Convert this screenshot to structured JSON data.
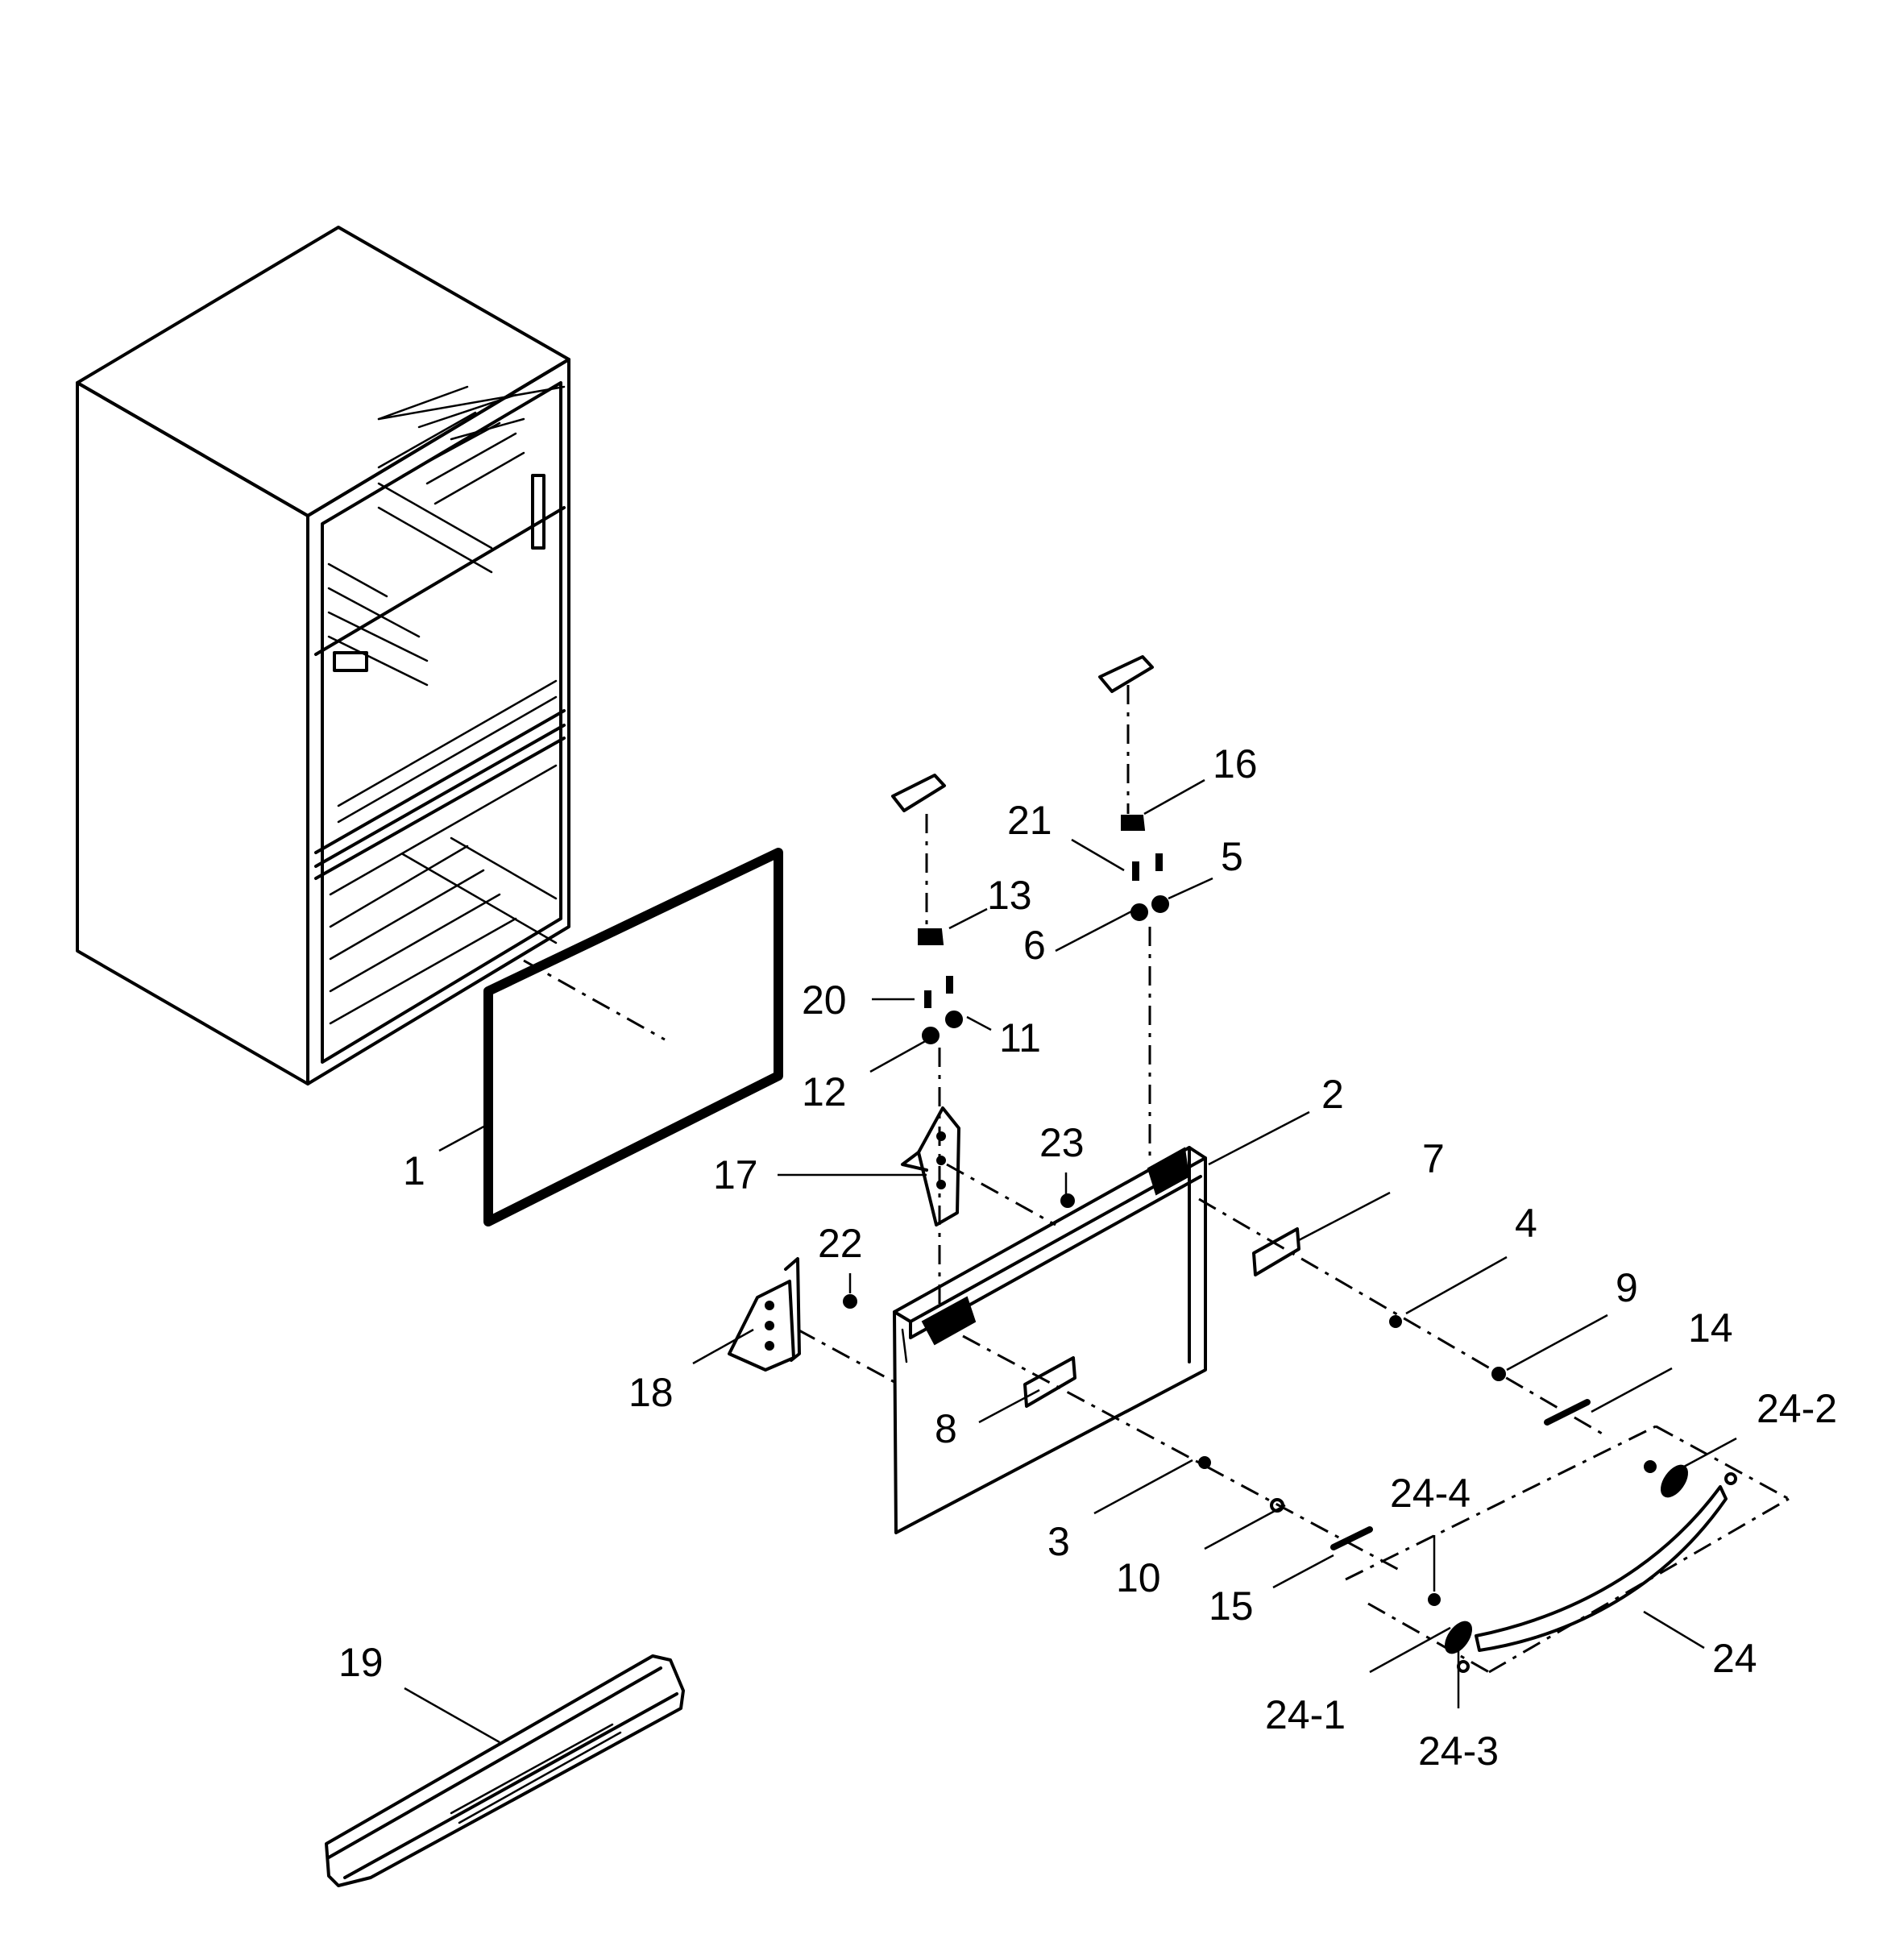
{
  "callouts": [
    {
      "id": "1",
      "label": "1"
    },
    {
      "id": "2",
      "label": "2"
    },
    {
      "id": "3",
      "label": "3"
    },
    {
      "id": "4",
      "label": "4"
    },
    {
      "id": "5",
      "label": "5"
    },
    {
      "id": "6",
      "label": "6"
    },
    {
      "id": "7",
      "label": "7"
    },
    {
      "id": "8",
      "label": "8"
    },
    {
      "id": "9",
      "label": "9"
    },
    {
      "id": "10",
      "label": "10"
    },
    {
      "id": "11",
      "label": "11"
    },
    {
      "id": "12",
      "label": "12"
    },
    {
      "id": "13",
      "label": "13"
    },
    {
      "id": "14",
      "label": "14"
    },
    {
      "id": "15",
      "label": "15"
    },
    {
      "id": "16",
      "label": "16"
    },
    {
      "id": "17",
      "label": "17"
    },
    {
      "id": "18",
      "label": "18"
    },
    {
      "id": "19",
      "label": "19"
    },
    {
      "id": "20",
      "label": "20"
    },
    {
      "id": "21",
      "label": "21"
    },
    {
      "id": "22",
      "label": "22"
    },
    {
      "id": "23",
      "label": "23"
    },
    {
      "id": "24",
      "label": "24"
    },
    {
      "id": "24-1",
      "label": "24-1"
    },
    {
      "id": "24-2",
      "label": "24-2"
    },
    {
      "id": "24-3",
      "label": "24-3"
    },
    {
      "id": "24-4",
      "label": "24-4"
    }
  ]
}
